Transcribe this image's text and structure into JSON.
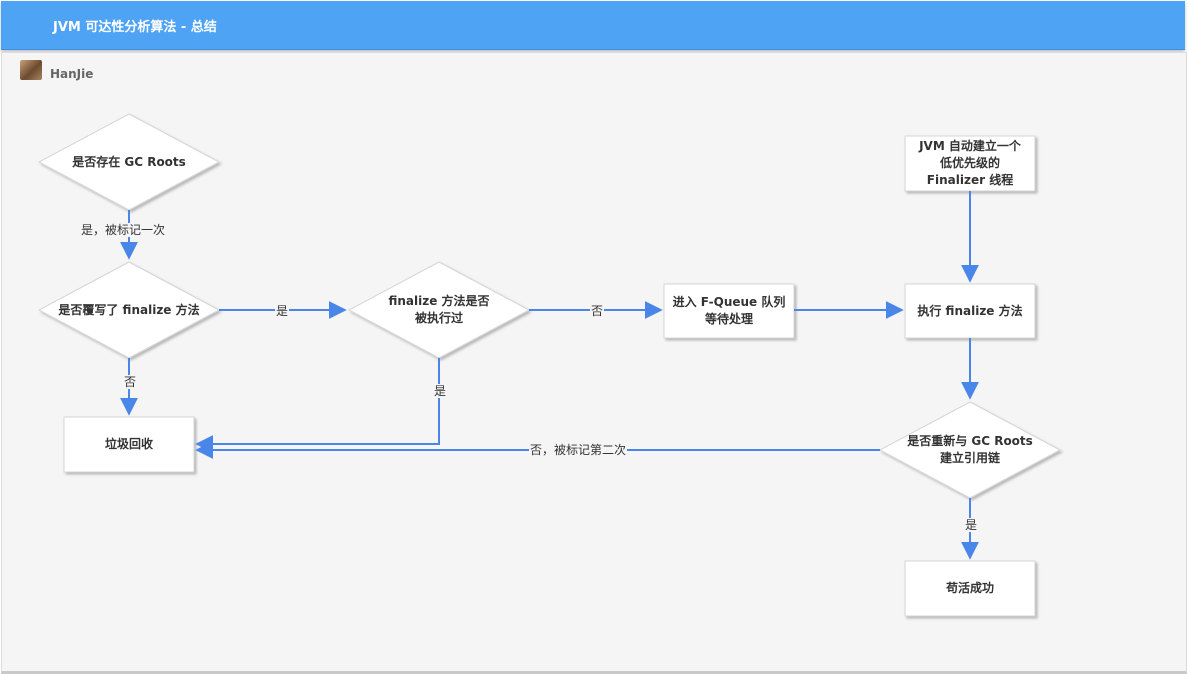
{
  "header": {
    "title": "JVM 可达性分析算法 - 总结"
  },
  "author": {
    "name": "HanJie"
  },
  "colors": {
    "header": "#4ea3f5",
    "arrow": "#4a86e8",
    "node_fill": "#ffffff",
    "canvas": "#f5f5f5"
  },
  "nodes": {
    "gc_roots": "是否存在 GC Roots",
    "overridden": "是否覆写了 finalize 方法",
    "executed": "finalize 方法是否\n被执行过",
    "fqueue": "进入 F-Queue 队列\n等待处理",
    "create_thread": "JVM 自动建立一个\n低优先级的\nFinalizer 线程",
    "exec_finalize": "执行 finalize 方法",
    "reconnect": "是否重新与 GC Roots\n建立引用链",
    "gc": "垃圾回收",
    "survive": "苟活成功"
  },
  "edges": {
    "e1": "是，被标记一次",
    "e2": "是",
    "e3": "否",
    "e4": "否",
    "e5": "是",
    "e6": "否，被标记第二次",
    "e7": "是"
  }
}
